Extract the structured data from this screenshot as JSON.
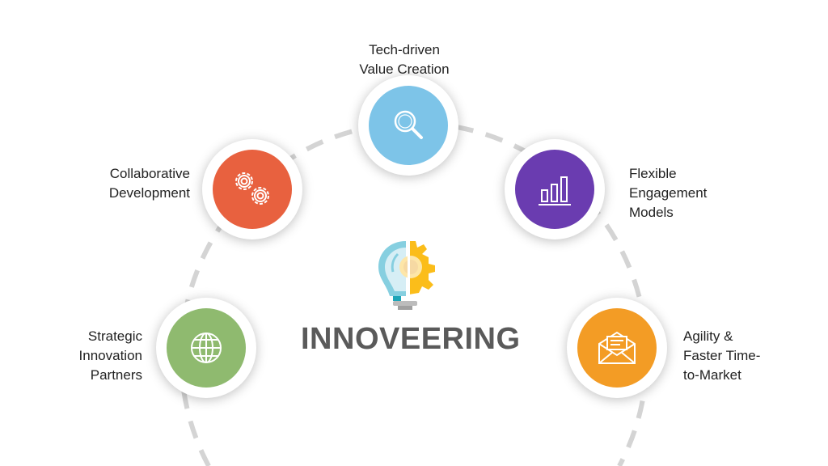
{
  "title": "INNOVEERING",
  "nodes": [
    {
      "label_lines": [
        "Tech-driven",
        "Value Creation"
      ],
      "icon": "magnifier-icon",
      "color": "#7dc4e8"
    },
    {
      "label_lines": [
        "Collaborative",
        "Development"
      ],
      "icon": "gears-icon",
      "color": "#e8613f"
    },
    {
      "label_lines": [
        "Flexible",
        "Engagement",
        "Models"
      ],
      "icon": "bar-chart-icon",
      "color": "#6a3cb0"
    },
    {
      "label_lines": [
        "Strategic",
        "Innovation",
        "Partners"
      ],
      "icon": "globe-icon",
      "color": "#8fba6f"
    },
    {
      "label_lines": [
        "Agility &",
        "Faster Time-",
        "to-Market"
      ],
      "icon": "envelope-icon",
      "color": "#f39c25"
    }
  ]
}
